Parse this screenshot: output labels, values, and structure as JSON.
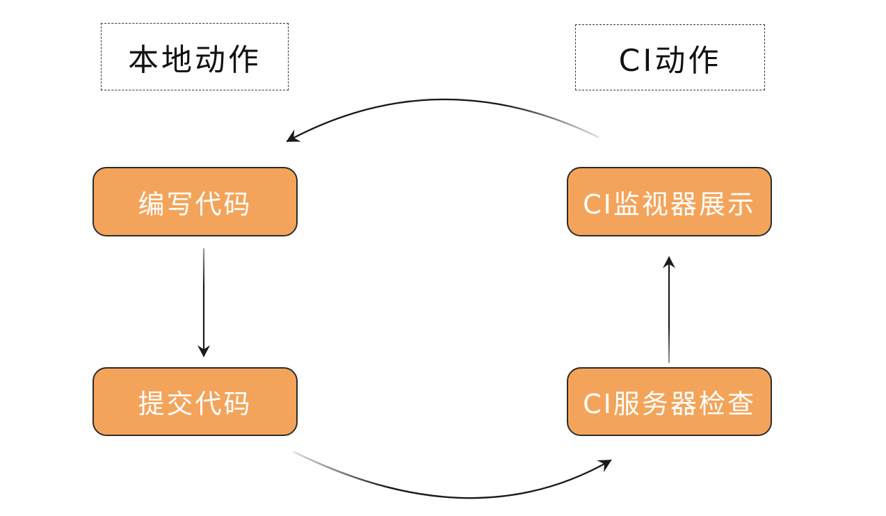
{
  "diagram": {
    "column_labels": [
      {
        "text": "本地动作"
      },
      {
        "text": "CI动作"
      }
    ],
    "nodes": [
      {
        "text": "编写代码"
      },
      {
        "text": "提交代码"
      },
      {
        "text": "CI服务器检查"
      },
      {
        "text": "CI监视器展示"
      }
    ],
    "edges": [
      {
        "from": "编写代码",
        "to": "提交代码",
        "style": "straight-down"
      },
      {
        "from": "提交代码",
        "to": "CI服务器检查",
        "style": "curved-bottom"
      },
      {
        "from": "CI服务器检查",
        "to": "CI监视器展示",
        "style": "straight-up"
      },
      {
        "from": "CI监视器展示",
        "to": "编写代码",
        "style": "curved-top"
      }
    ],
    "colors": {
      "background": "#FFFFFF",
      "node_fill": "#F3A45A",
      "node_border": "#2B2B2B",
      "node_text": "#FFFFFF",
      "label_border": "#333333",
      "label_text": "#111111",
      "arrow": "#1A1A1A"
    }
  }
}
